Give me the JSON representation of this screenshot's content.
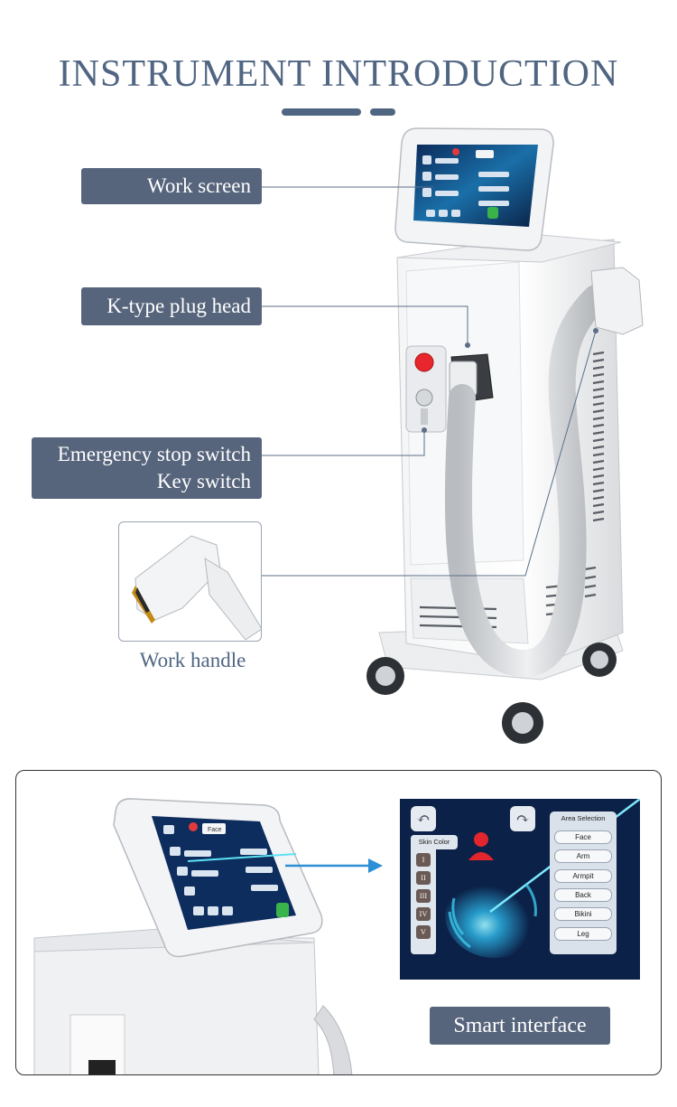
{
  "header": {
    "title": "INSTRUMENT INTRODUCTION"
  },
  "labels": {
    "work_screen": "Work screen",
    "plug_head": "K-type plug head",
    "emergency_stop": "Emergency stop switch",
    "key_switch": "Key switch",
    "work_handle": "Work handle"
  },
  "device_screen": {
    "mode": "Face"
  },
  "interface": {
    "skin_color_title": "Skin Color",
    "skin_levels": [
      "I",
      "II",
      "III",
      "IV",
      "V"
    ],
    "area_title": "Area Selection",
    "areas": [
      "Face",
      "Arm",
      "Armpit",
      "Back",
      "Bikini",
      "Leg"
    ],
    "button_label": "Smart interface"
  },
  "colors": {
    "accent": "#4f6582",
    "label_bg": "#56647c",
    "leader_line": "#5b6f88",
    "arrow": "#2d8fd6",
    "screen_bg": "#0b2148",
    "laser": "#4fd8f0"
  }
}
